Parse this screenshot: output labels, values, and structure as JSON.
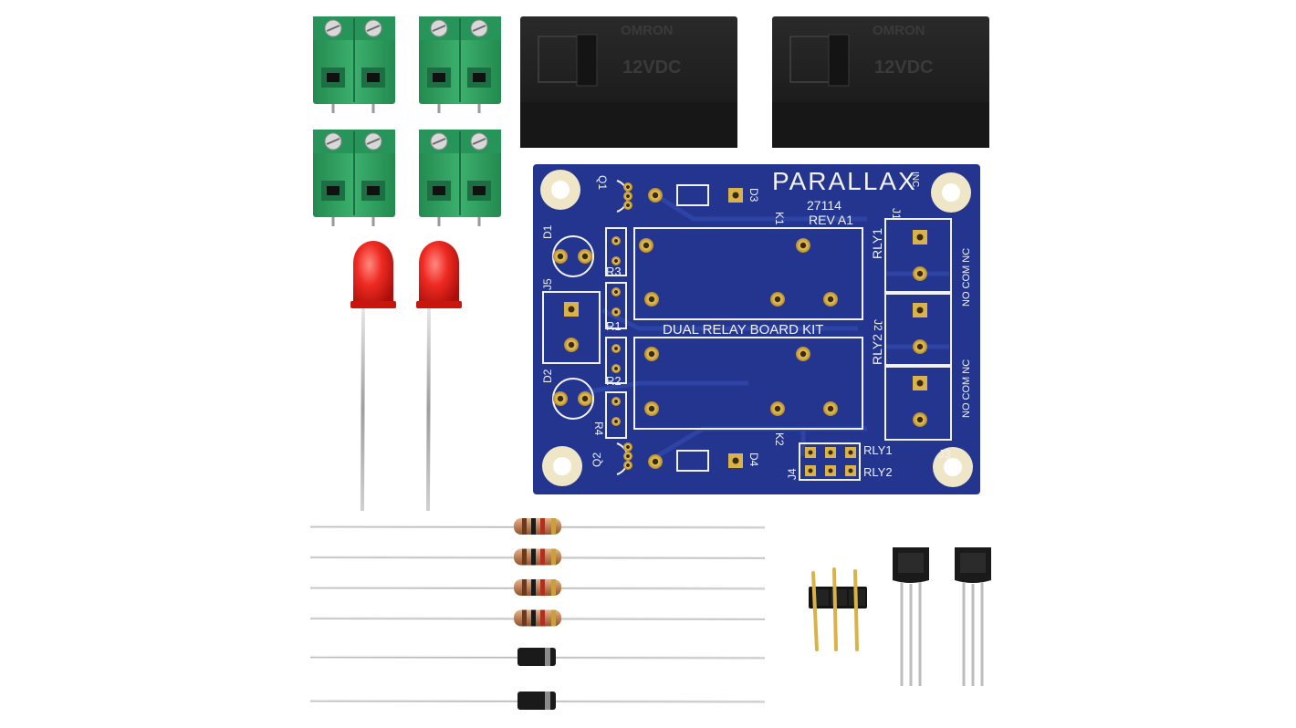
{
  "colors": {
    "background": "#ffffff",
    "pcb_blue": "#23358f",
    "pcb_trace": "#2f45a8",
    "silkscreen": "#f2f2f2",
    "pad_gold": "#d9b24a",
    "terminal_green": "#2f9e5e",
    "led_red": "#e8201c",
    "relay_black": "#1c1c1c",
    "resistor_tan": "#c9936a",
    "diode_black": "#1a1a1a"
  },
  "relays": [
    {
      "brand": "OMRON",
      "model": "12VDC"
    },
    {
      "brand": "OMRON",
      "model": "12VDC"
    }
  ],
  "board": {
    "maker": "PARALLAX",
    "inc": "INC",
    "part_number": "27114",
    "revision": "REV A1",
    "name": "DUAL RELAY BOARD KIT",
    "labels": {
      "q1": "Q1",
      "q2": "Q2",
      "d1": "D1",
      "d2": "D2",
      "d3": "D3",
      "d4": "D4",
      "j1": "J1",
      "j2": "J2",
      "j3": "J3",
      "j4": "J4",
      "j5": "J5",
      "k1": "K1",
      "k2": "K2",
      "r1": "R1",
      "r2": "R2",
      "r3": "R3",
      "r4": "R4",
      "rly1": "RLY1",
      "rly2": "RLY2",
      "rly1_header": "RLY1",
      "rly2_header": "RLY2",
      "terminal_1": "NO COM NC",
      "terminal_2": "NO COM NC"
    }
  },
  "parts": {
    "terminal_blocks": 4,
    "leds": 2,
    "resistors": 4,
    "diodes": 2,
    "pin_header_pins": 3,
    "transistors": 2
  }
}
